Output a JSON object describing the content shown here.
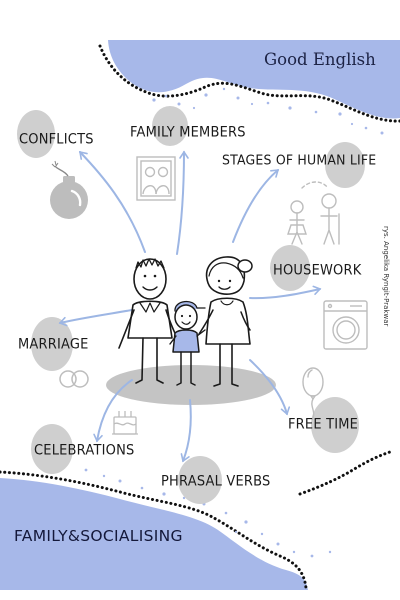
{
  "header": {
    "brand": "Good English"
  },
  "topics": {
    "conflicts": "CONFLICTS",
    "family_members": "FAMILY MEMBERS",
    "stages_of_human_life": "STAGES OF HUMAN LIFE",
    "housework": "HOUSEWORK",
    "marriage": "MARRIAGE",
    "free_time": "FREE TIME",
    "celebrations": "CELEBRATIONS",
    "phrasal_verbs": "PHRASAL VERBS"
  },
  "footer": {
    "title": "FAMILY&SOCIALISING"
  },
  "credit": "rys. Angelika Ryngit-Prakwar",
  "colors": {
    "accent_blue": "#a7b8e9",
    "arrow_blue": "#9db6e4",
    "bubble_gray": "#cfcfcf",
    "shadow_gray": "#c4c4c4",
    "sketch_gray": "#bdbdbd",
    "ink": "#1a1a1a"
  }
}
